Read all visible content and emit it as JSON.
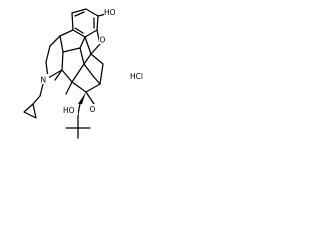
{
  "molecule": {
    "atom_labels": {
      "hydroxyl_top": "HO",
      "ring_oxygen": "O",
      "nitrogen": "N",
      "salt": "HCl",
      "hydroxyl_bottom": "HO",
      "methoxy_oxygen": "O"
    }
  },
  "colors": {
    "bond": "#000000",
    "background": "#ffffff",
    "nitrogen": "#2c35c9",
    "oxygen": "#e0221b"
  },
  "icons": {
    "structure": "chemical-structure-drawing"
  }
}
